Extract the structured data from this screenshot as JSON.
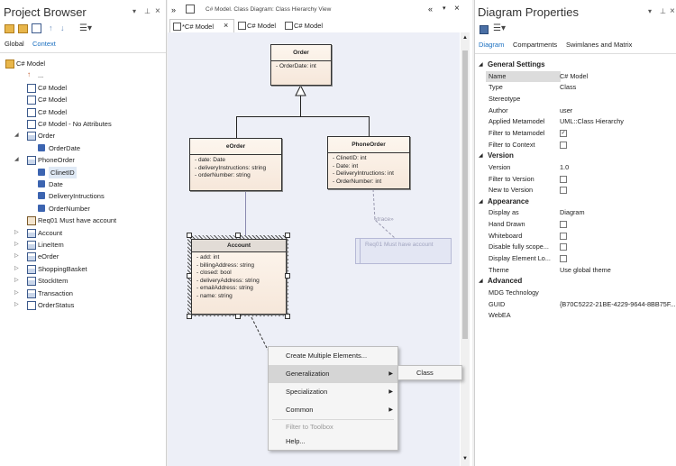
{
  "project_browser": {
    "title": "Project Browser",
    "tabs": [
      "Global",
      "Context"
    ],
    "active_tab": "Context",
    "tree": [
      {
        "label": "C# Model",
        "indent": 0,
        "icon": "package-icon",
        "twist": ""
      },
      {
        "label": "...",
        "indent": 1,
        "icon": "up-arrow-icon",
        "twist": ""
      },
      {
        "label": "C# Model",
        "indent": 1,
        "icon": "diagram-icon",
        "twist": ""
      },
      {
        "label": "C# Model",
        "indent": 1,
        "icon": "diagram-icon",
        "twist": ""
      },
      {
        "label": "C# Model",
        "indent": 1,
        "icon": "diagram-icon",
        "twist": ""
      },
      {
        "label": "C# Model - No Attributes",
        "indent": 1,
        "icon": "diagram-icon",
        "twist": ""
      },
      {
        "label": "Order",
        "indent": 1,
        "icon": "class-icon",
        "twist": "open"
      },
      {
        "label": "OrderDate",
        "indent": 2,
        "icon": "attribute-icon",
        "twist": ""
      },
      {
        "label": "PhoneOrder",
        "indent": 1,
        "icon": "class-icon",
        "twist": "open"
      },
      {
        "label": "ClinetID",
        "indent": 2,
        "icon": "attribute-icon",
        "twist": "",
        "selected": true
      },
      {
        "label": "Date",
        "indent": 2,
        "icon": "attribute-icon",
        "twist": ""
      },
      {
        "label": "DeliveryIntructions",
        "indent": 2,
        "icon": "attribute-icon",
        "twist": ""
      },
      {
        "label": "OrderNumber",
        "indent": 2,
        "icon": "attribute-icon",
        "twist": ""
      },
      {
        "label": "Req01 Must have account",
        "indent": 1,
        "icon": "requirement-icon",
        "twist": ""
      },
      {
        "label": "Account",
        "indent": 1,
        "icon": "class-icon",
        "twist": "closed"
      },
      {
        "label": "LineItem",
        "indent": 1,
        "icon": "class-icon",
        "twist": "closed"
      },
      {
        "label": "eOrder",
        "indent": 1,
        "icon": "class-icon",
        "twist": "closed"
      },
      {
        "label": "ShoppingBasket",
        "indent": 1,
        "icon": "class-icon",
        "twist": "closed"
      },
      {
        "label": "StockItem",
        "indent": 1,
        "icon": "class-icon",
        "twist": "closed"
      },
      {
        "label": "Transaction",
        "indent": 1,
        "icon": "class-icon",
        "twist": "closed"
      },
      {
        "label": "OrderStatus",
        "indent": 1,
        "icon": "enum-icon",
        "twist": "closed"
      }
    ]
  },
  "diagram": {
    "breadcrumb": "C# Model.  Class Diagram: Class Hierarchy View",
    "tabs": [
      "*C# Model",
      "C# Model",
      "C# Model"
    ],
    "classes": {
      "order": {
        "name": "Order",
        "attrs": [
          "OrderDate: int"
        ]
      },
      "eorder": {
        "name": "eOrder",
        "attrs": [
          "date: Date",
          "deliveryInstructions: string",
          "orderNumber: string"
        ]
      },
      "phoneorder": {
        "name": "PhoneOrder",
        "attrs": [
          "ClinetID: int",
          "Date: int",
          "DeliveryIntructions: int",
          "OrderNumber: int"
        ]
      },
      "account": {
        "name": "Account",
        "attrs": [
          "add: int",
          "billingAddress: string",
          "closed: bool",
          "deliveryAddress: string",
          "emailAddress: string",
          "name: string"
        ]
      }
    },
    "requirement_label": "Req01 Must have account",
    "trace_label": "«trace»",
    "context_menu": [
      {
        "label": "Create Multiple Elements...",
        "sub": false,
        "disabled": false
      },
      {
        "label": "Generalization",
        "sub": true,
        "disabled": false,
        "highlight": true
      },
      {
        "label": "Specialization",
        "sub": true,
        "disabled": false
      },
      {
        "label": "Common",
        "sub": true,
        "disabled": false
      },
      {
        "label": "Filter to Toolbox",
        "sub": false,
        "disabled": true
      },
      {
        "label": "Help...",
        "sub": false,
        "disabled": false
      }
    ],
    "submenu": [
      "Class"
    ]
  },
  "properties": {
    "title": "Diagram Properties",
    "tabs": [
      "Diagram",
      "Compartments",
      "Swimlanes and Matrix"
    ],
    "rows": [
      {
        "type": "section",
        "label": "General Settings"
      },
      {
        "type": "row",
        "key": "Name",
        "value": "C# Model",
        "selected": true
      },
      {
        "type": "row",
        "key": "Type",
        "value": "Class"
      },
      {
        "type": "row",
        "key": "Stereotype",
        "value": ""
      },
      {
        "type": "row",
        "key": "Author",
        "value": "user"
      },
      {
        "type": "row",
        "key": "Applied Metamodel",
        "value": "UML::Class Hierarchy"
      },
      {
        "type": "row",
        "key": "Filter to Metamodel",
        "check": true
      },
      {
        "type": "row",
        "key": "Filter to Context",
        "check": false
      },
      {
        "type": "section",
        "label": "Version"
      },
      {
        "type": "row",
        "key": "Version",
        "value": "1.0"
      },
      {
        "type": "row",
        "key": "Filter to Version",
        "check": false
      },
      {
        "type": "row",
        "key": "New to Version",
        "check": false
      },
      {
        "type": "section",
        "label": "Appearance"
      },
      {
        "type": "row",
        "key": "Display as",
        "value": "Diagram"
      },
      {
        "type": "row",
        "key": "Hand Drawn",
        "check": false
      },
      {
        "type": "row",
        "key": "Whiteboard",
        "check": false
      },
      {
        "type": "row",
        "key": "Disable fully scope...",
        "check": false
      },
      {
        "type": "row",
        "key": "Display Element Lo...",
        "check": false
      },
      {
        "type": "row",
        "key": "Theme",
        "value": "Use global theme"
      },
      {
        "type": "section",
        "label": "Advanced"
      },
      {
        "type": "row",
        "key": "MDG Technology",
        "value": ""
      },
      {
        "type": "row",
        "key": "GUID",
        "value": "{B70C5222-21BE-4229-9644-8BB75F..."
      },
      {
        "type": "row",
        "key": "WebEA",
        "value": ""
      }
    ]
  }
}
